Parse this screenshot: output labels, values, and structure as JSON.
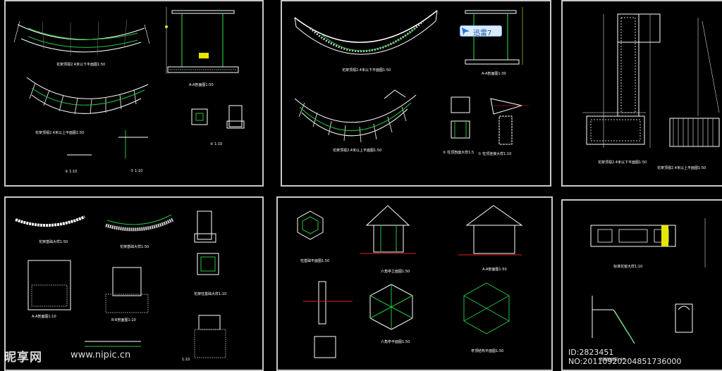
{
  "colors": {
    "sheet_border": "#c8c8c8",
    "line_green": "#23c23a",
    "line_white": "#ffffff",
    "line_yellow": "#e6e600",
    "line_red": "#e02020",
    "line_cyan": "#30d0d0"
  },
  "sheets": [
    {
      "id": "sheet-1",
      "labels": [
        "花架顶视2.4米以下平面图1:50",
        "花架顶视2.4米以上平面图1:50",
        "A-A剖面图1:50",
        "① 1:10",
        "② 1:10",
        "③ 1:10"
      ]
    },
    {
      "id": "sheet-2",
      "labels": [
        "花架顶视2.4米以下平面图1:50",
        "A-A剖面图1:30",
        "花架顶视2.4米以上平面图1:50",
        "② 柱顶剖面大样1:5",
        "① 柱顶连接大样1:10"
      ]
    },
    {
      "id": "sheet-3",
      "labels": [
        "花架顶视2.4米以下平面图1:50",
        "花架顶视2.4米以上平面图1:50"
      ]
    },
    {
      "id": "sheet-4",
      "labels": [
        "花架基础大样1:50",
        "花架基础大样1:50",
        "A-A剖面图1:10",
        "花架柱基础大样1:10",
        "B-B剖面图1:10",
        "1:10"
      ]
    },
    {
      "id": "sheet-5",
      "labels": [
        "柱基础平面图1:50",
        "六角亭立面图1:50",
        "A-A剖面图1:50",
        "六角亭平面图1:50",
        "亭顶结构平面图1:50"
      ]
    },
    {
      "id": "sheet-6",
      "labels": [
        "标准花窗大样1:10",
        "挂落剖面图1:10"
      ]
    }
  ],
  "badge": {
    "text": "迅雷7",
    "icon": "thunder-icon"
  },
  "watermark": {
    "text": "昵享网",
    "url": "www.nipic.cn",
    "icon": "watermark-logo"
  },
  "image_id": "ID:2823451 NO:20110920204851736000"
}
